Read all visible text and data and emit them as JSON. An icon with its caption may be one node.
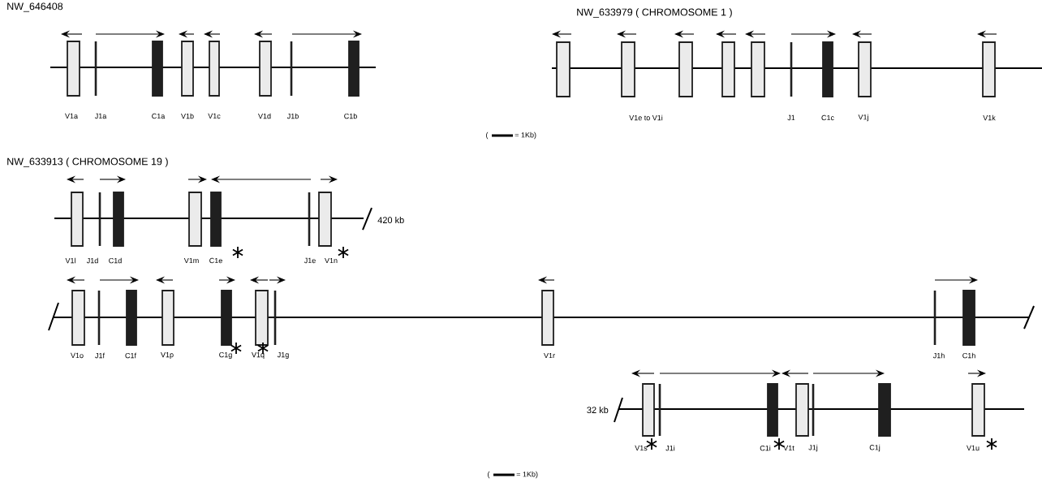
{
  "diagram": {
    "labels": [
      "NW_646408",
      "NW_633979 ( CHROMOSOME 1 )",
      "V1a",
      "J1a",
      "C1a",
      "V1b",
      "V1c",
      "V1d",
      "J1b",
      "C1b",
      "V1e to V1i",
      "J1",
      "C1c",
      "V1j",
      "V1k",
      "(",
      "= 1Kb)",
      "NW_633913 ( CHROMOSOME 19 )",
      "420 kb",
      "V1l",
      "J1d",
      "C1d",
      "V1m",
      "C1e",
      "J1e",
      "V1n",
      "V1o",
      "J1f",
      "C1f",
      "V1p",
      "C1g",
      "V1q",
      "J1g",
      "V1r",
      "J1h",
      "C1h",
      "32 kb",
      "V1s",
      "J1i",
      "C1i",
      "V1t",
      "J1j",
      "C1j",
      "V1u",
      "(",
      "= 1Kb)"
    ]
  }
}
